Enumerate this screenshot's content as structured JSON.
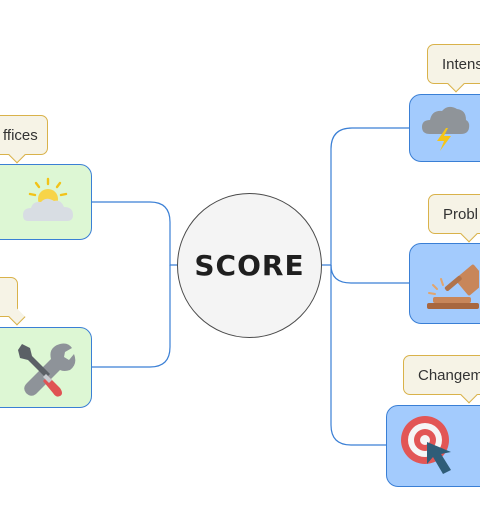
{
  "center": {
    "label": "SCORE"
  },
  "callouts": {
    "offices": "ffices",
    "intensity": "Intens",
    "problem": "Probl",
    "changement": "Changem"
  },
  "colors": {
    "connector": "#3a7fd5",
    "green_node": "#ddf7d4",
    "blue_node": "#a3cbfd",
    "callout_border": "#d9b24a",
    "callout_fill": "#f6f3e6"
  },
  "icons": {
    "left_top": "sun-cloud-icon",
    "left_bottom": "tools-icon",
    "right_top": "storm-cloud-icon",
    "right_middle": "gavel-icon",
    "right_bottom": "target-icon"
  }
}
